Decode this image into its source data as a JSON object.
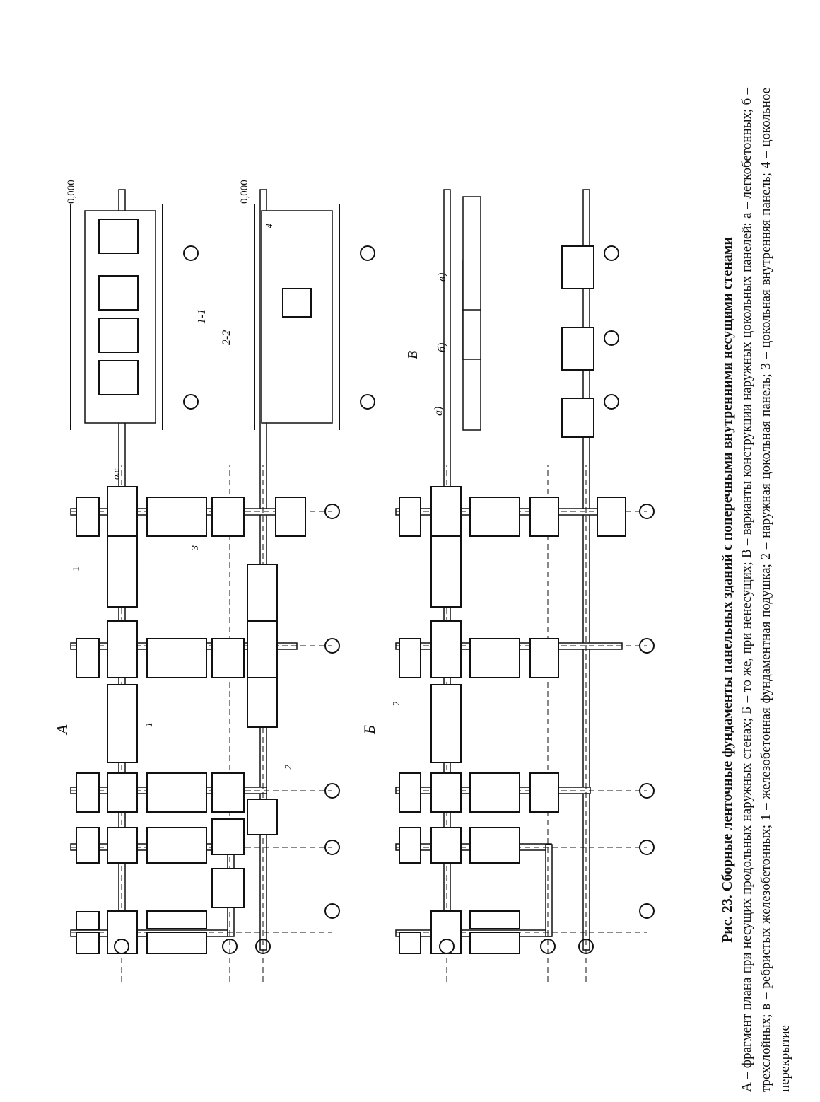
{
  "caption": {
    "title": "Рис. 23. Сборные ленточные фундаменты панельных зданий с поперечными внутренними несущими стенами",
    "body": "А – фрагмент плана при несущих продольных наружных стенах; Б – то же, при ненесущих; В – варианты конструкции наружных цокольных панелей: а – легкобетонных; б – трехслойных; в – ребристых железобетонных; 1 – железобетонная фундаментная подушка; 2 – наружная цокольная панель; 3 – цокольная внутренняя панель; 4 – цокольное перекрытие"
  },
  "labels": {
    "plan_a": "А",
    "plan_b": "Б",
    "variants": "В",
    "section_11": "1-1",
    "section_22": "2-2",
    "var_a": "а)",
    "var_b": "б)",
    "var_v": "в)",
    "elev_1": "0,000",
    "elev_2": "0,000",
    "cut_1": "1",
    "cut_2": "2",
    "num_1": "1",
    "num_2": "2",
    "num_3": "3",
    "num_4": "4",
    "axis_oc": "о.с"
  }
}
